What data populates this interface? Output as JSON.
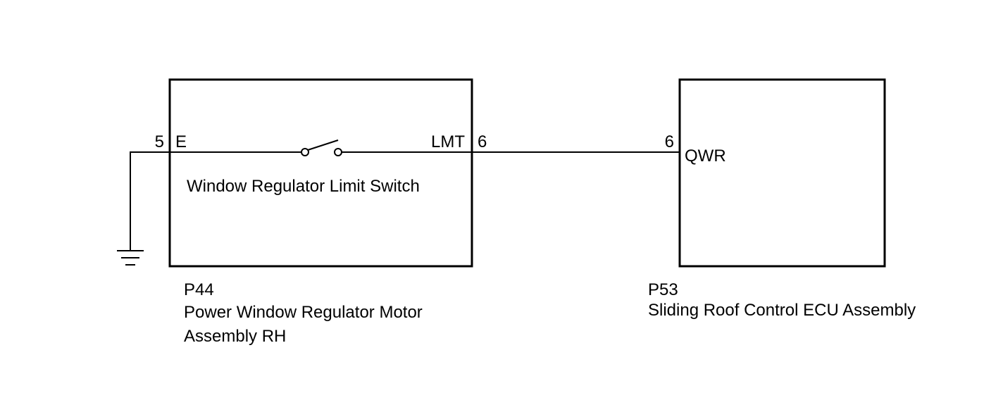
{
  "components": {
    "p44": {
      "connector_id": "P44",
      "name_line1": "Power Window Regulator Motor",
      "name_line2": "Assembly RH",
      "internal_part": "Window Regulator Limit Switch",
      "pins": {
        "e": {
          "number": "5",
          "label": "E"
        },
        "lmt": {
          "number": "6",
          "label": "LMT"
        }
      }
    },
    "p53": {
      "connector_id": "P53",
      "name": "Sliding Roof Control ECU Assembly",
      "pins": {
        "qwr": {
          "number": "6",
          "label": "QWR"
        }
      }
    }
  },
  "colors": {
    "line": "#000000",
    "background": "#ffffff"
  },
  "icons": [
    "ground-symbol",
    "switch-symbol"
  ]
}
